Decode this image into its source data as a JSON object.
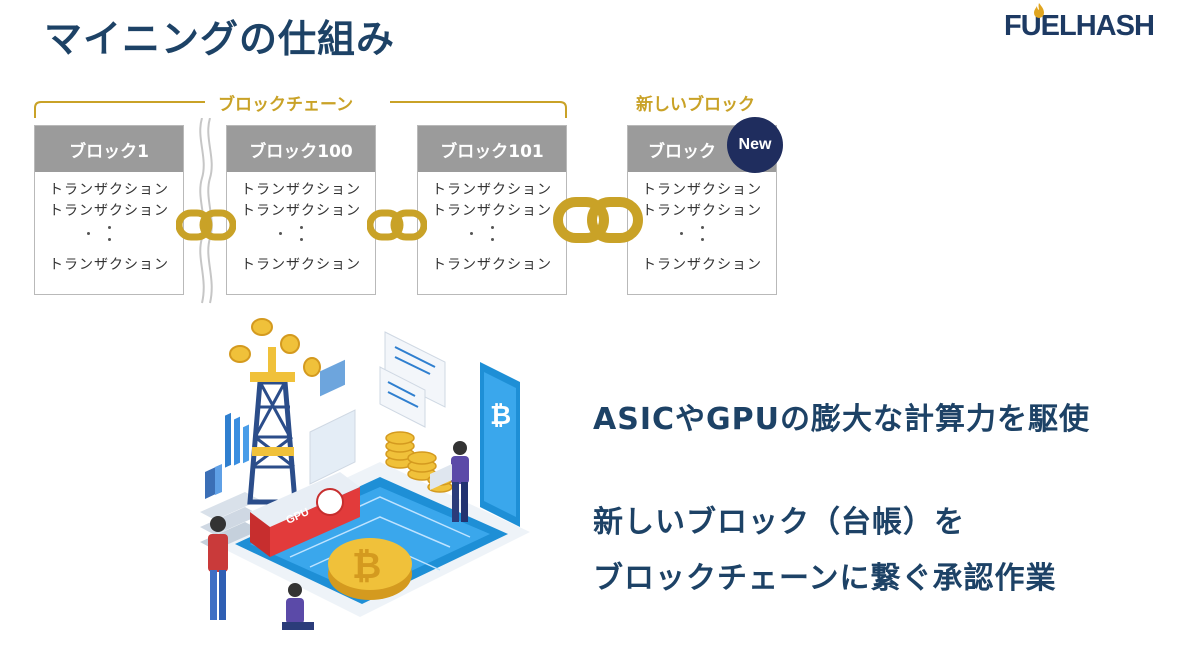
{
  "title": "マイニングの仕組み",
  "logo": {
    "text": "FUELHASH",
    "brand_color": "#1d3a63",
    "accent_color": "#e0a520"
  },
  "chain_label": "ブロックチェーン",
  "new_block_label": "新しいブロック",
  "new_badge": "New",
  "blocks": [
    {
      "header": "ブロック1",
      "tx1": "トランザクション",
      "tx2": "トランザクション",
      "tx_last": "トランザクション"
    },
    {
      "header": "ブロック100",
      "tx1": "トランザクション",
      "tx2": "トランザクション",
      "tx_last": "トランザクション"
    },
    {
      "header": "ブロック101",
      "tx1": "トランザクション",
      "tx2": "トランザクション",
      "tx_last": "トランザクション"
    },
    {
      "header": "ブロック",
      "tx1": "トランザクション",
      "tx2": "トランザクション",
      "tx_last": "トランザクション"
    }
  ],
  "description": {
    "line1": "ASICやGPUの膨大な計算力を駆使",
    "line2": "新しいブロック（台帳）を",
    "line3": "ブロックチェーンに繋ぐ承認作業"
  },
  "colors": {
    "gold": "#c9a227",
    "heading": "#1d4266",
    "block_header": "#9b9b9b",
    "badge": "#1f2d5e"
  },
  "illustration": {
    "gpu_label": "GPU",
    "icons": [
      "bitcoin-icon",
      "coin-icon",
      "chart-icon",
      "phone-icon"
    ]
  }
}
